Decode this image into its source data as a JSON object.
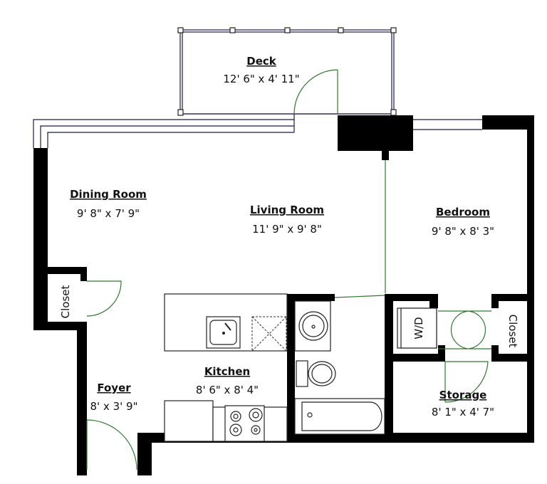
{
  "rooms": {
    "deck": {
      "name": "Deck",
      "dims": "12' 6\" x 4' 11\""
    },
    "dining": {
      "name": "Dining Room",
      "dims": "9' 8\" x 7' 9\""
    },
    "living": {
      "name": "Living Room",
      "dims": "11' 9\" x 9' 8\""
    },
    "bedroom": {
      "name": "Bedroom",
      "dims": "9' 8\" x 8' 3\""
    },
    "closet_left": {
      "name": "Closet"
    },
    "closet_right": {
      "name": "Closet"
    },
    "washer_dryer": {
      "name": "W/D"
    },
    "kitchen": {
      "name": "Kitchen",
      "dims": "8' 6\" x 8' 4\""
    },
    "foyer": {
      "name": "Foyer",
      "dims": "8' x 3' 9\""
    },
    "storage": {
      "name": "Storage",
      "dims": "8' 1\" x 4' 7\""
    }
  }
}
